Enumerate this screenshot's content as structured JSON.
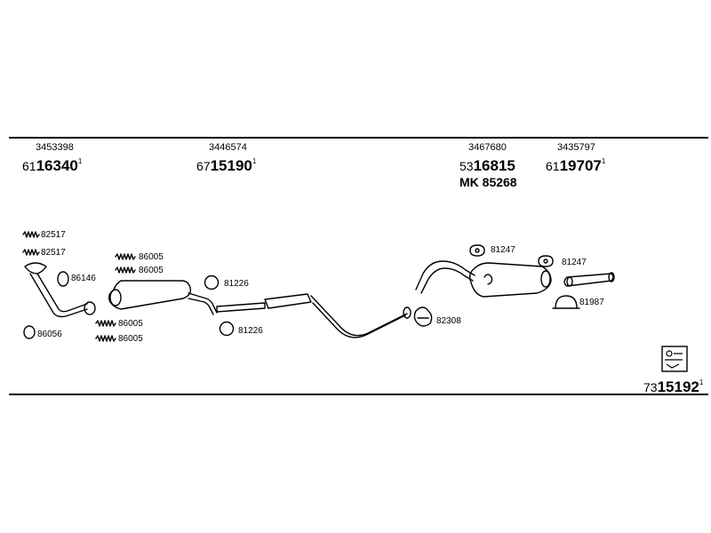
{
  "top_parts": [
    {
      "ref": "3453398",
      "pre": "61",
      "num": "16340",
      "sup": "1"
    },
    {
      "ref": "3446574",
      "pre": "67",
      "num": "15190",
      "sup": "1"
    },
    {
      "ref": "3467680",
      "pre": "53",
      "num": "16815",
      "sup": "",
      "extra": "MK  85268"
    },
    {
      "ref": "3435797",
      "pre": "61",
      "num": "19707",
      "sup": "1"
    }
  ],
  "labels": {
    "l82517a": "82517",
    "l82517b": "82517",
    "l86146": "86146",
    "l86056": "86056",
    "l86005a": "86005",
    "l86005b": "86005",
    "l86005c": "86005",
    "l86005d": "86005",
    "l81226a": "81226",
    "l81226b": "81226",
    "l82308": "82308",
    "l81247a": "81247",
    "l81247b": "81247",
    "l81987": "81987"
  },
  "footer": {
    "pre": "73",
    "num": "15192",
    "sup": "1"
  }
}
